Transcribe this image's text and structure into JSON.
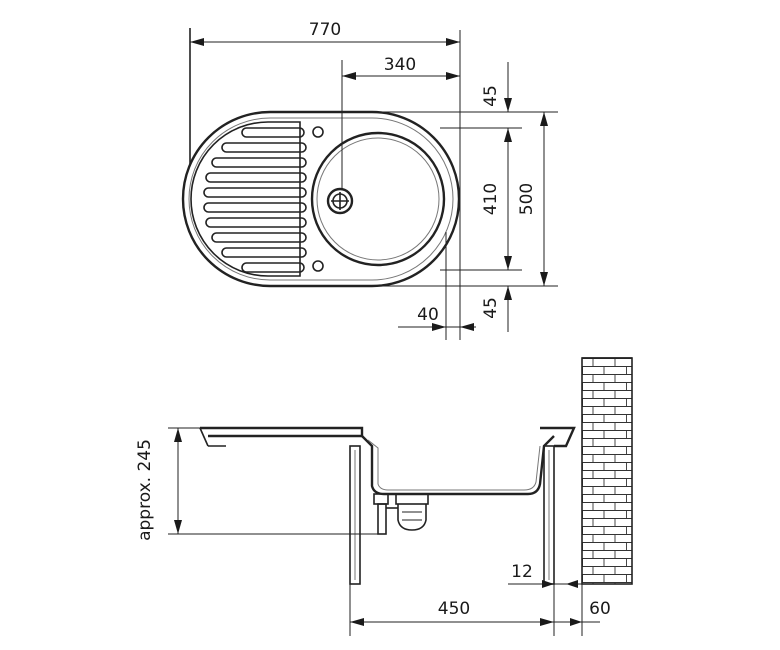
{
  "top_view": {
    "dims": {
      "overall_width": "770",
      "bowl_offset": "340",
      "margin_top": "45",
      "bowl_height": "410",
      "overall_depth": "500",
      "edge_offset": "40",
      "margin_bottom": "45"
    }
  },
  "side_view": {
    "dims": {
      "height": "approx. 245",
      "cabinet_width": "450",
      "wall_gap": "12",
      "wall_thickness": "60"
    }
  }
}
